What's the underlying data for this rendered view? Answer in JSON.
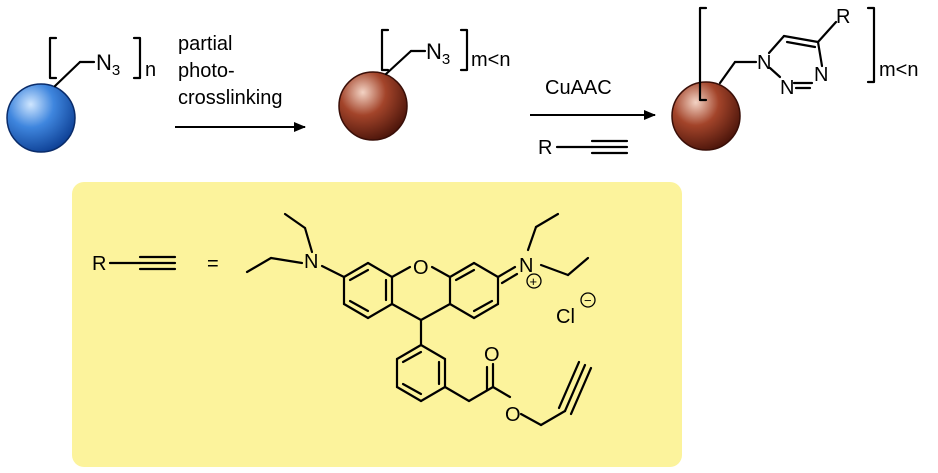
{
  "scheme": {
    "start": {
      "azide_label": "N",
      "azide_sub": "3",
      "repeat_sub": "n",
      "colors": {
        "bead_light": "#cfe6ff",
        "bead_mid": "#3f86de",
        "bead_dark": "#0d3f94"
      }
    },
    "step1": {
      "reagent_lines": [
        "partial",
        "photo-",
        "crosslinking"
      ]
    },
    "middle": {
      "azide_label": "N",
      "azide_sub": "3",
      "repeat_sub": "m<n",
      "colors": {
        "bead_light": "#f3d3c4",
        "bead_mid": "#a3442a",
        "bead_dark": "#4a140a"
      }
    },
    "step2": {
      "reagent": "CuAAC",
      "alkyne_r": "R"
    },
    "product": {
      "triazole_atoms": {
        "n1": "N",
        "n2": "N",
        "n3": "N",
        "r": "R"
      },
      "repeat_sub": "m<n"
    }
  },
  "definition_box": {
    "background": "#fcf39c",
    "alkyne_r": "R",
    "equals": "=",
    "dye_atoms": {
      "amine_n": "N",
      "xanthene_o": "O",
      "iminium_n": "N",
      "charge_plus": "+",
      "chloride": "Cl",
      "charge_minus": "−",
      "carbonyl_o": "O",
      "ester_o": "O"
    }
  }
}
